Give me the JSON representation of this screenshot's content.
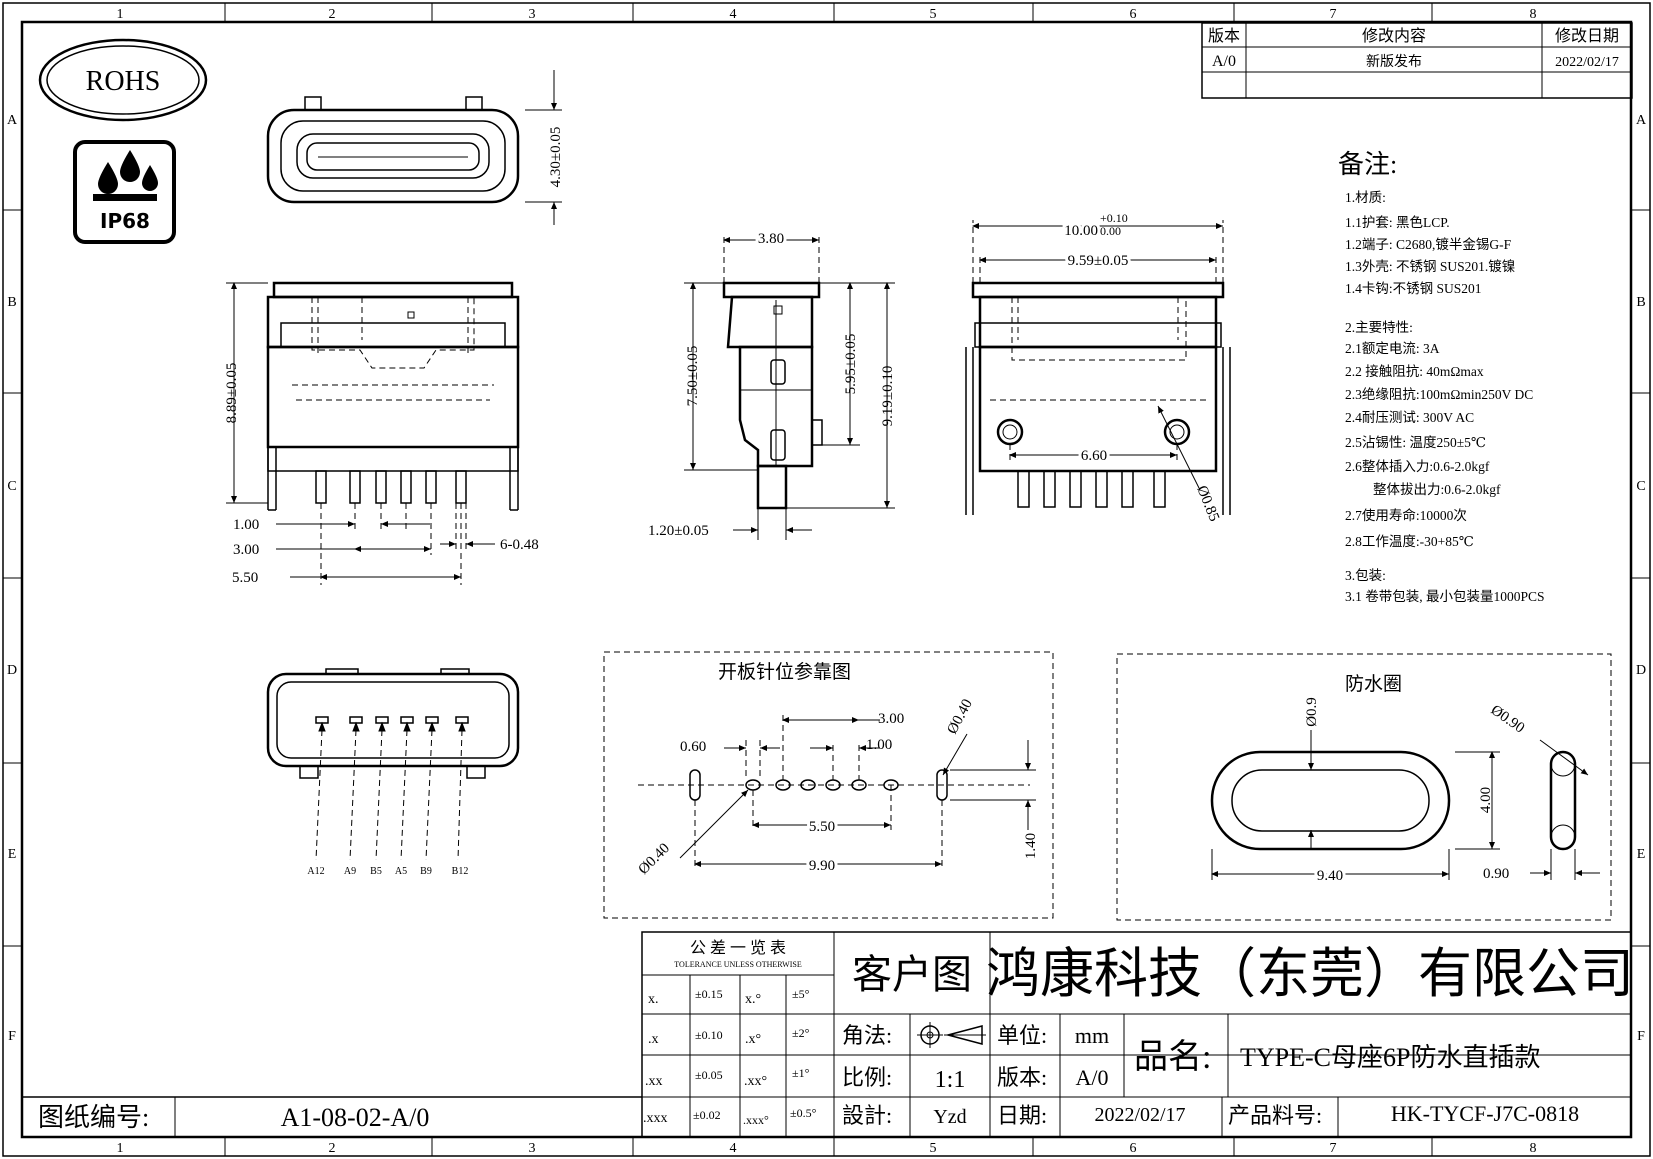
{
  "frame": {
    "column_marks": [
      "1",
      "2",
      "3",
      "4",
      "5",
      "6",
      "7",
      "8"
    ],
    "row_marks": [
      "A",
      "B",
      "C",
      "D",
      "E",
      "F"
    ]
  },
  "logos": {
    "rohs": "ROHS",
    "ip": "IP68"
  },
  "revision": {
    "headers": {
      "version": "版本",
      "content": "修改内容",
      "date": "修改日期"
    },
    "rows": [
      {
        "version": "A/0",
        "content": "新版发布",
        "date": "2022/02/17"
      }
    ]
  },
  "notes": {
    "title": "备注:",
    "lines": [
      "1.材质:",
      "1.1护套: 黑色LCP.",
      "1.2端子: C2680,镀半金锡G-F",
      "1.3外壳: 不锈钢 SUS201.镀镍",
      "1.4卡钩:不锈钢 SUS201",
      "",
      "2.主要特性:",
      "2.1额定电流: 3A",
      "2.2 接触阻抗: 40mΩmax",
      "2.3绝缘阻抗:100mΩmin250V DC",
      "2.4耐压测试: 300V AC",
      "2.5沾锡性: 温度250±5℃",
      "2.6整体插入力:0.6-2.0kgf",
      "整体拔出力:0.6-2.0kgf",
      "2.7使用寿命:10000次",
      "2.8工作温度:-30+85℃",
      "",
      "3.包装:",
      "3.1 卷带包装, 最小包装量1000PCS"
    ]
  },
  "dims": {
    "top_height": "4.30±0.05",
    "front_height": "8.89±0.05",
    "pitch1": "1.00",
    "pitch3": "3.00",
    "span55": "5.50",
    "pins": "6-0.48",
    "side_width": "3.80",
    "side_h75": "7.50±0.05",
    "side_h595": "5.95±0.05",
    "side_h919": "9.19±0.10",
    "side_pin": "1.20±0.05",
    "rear_width": "10.00",
    "rear_tol_plus": "+0.10",
    "rear_tol_minus": "0.00",
    "rear_w959": "9.59±0.05",
    "rear_660": "6.60",
    "rear_hole": "Ø0.85"
  },
  "pin_labels": [
    "A12",
    "A9",
    "B5",
    "A5",
    "B9",
    "B12"
  ],
  "pcb": {
    "title": "开板针位参靠图",
    "d300": "3.00",
    "d100": "1.00",
    "d060": "0.60",
    "d040a": "Ø0.40",
    "d040b": "Ø0.40",
    "d550": "5.50",
    "d990": "9.90",
    "d140": "1.40"
  },
  "ring": {
    "title": "防水圈",
    "d09": "Ø0.9",
    "d090": "Ø0.90",
    "d400": "4.00",
    "d940": "9.40",
    "d090b": "0.90"
  },
  "title_block": {
    "tol_title": "公 差 一 览 表",
    "tol_sub": "TOLERANCE UNLESS OTHERWISE",
    "tol_rows": [
      [
        "x.",
        "±0.15",
        "x.°",
        "±5°"
      ],
      [
        ".x",
        "±0.10",
        ".x°",
        "±2°"
      ],
      [
        ".xx",
        "±0.05",
        ".xx°",
        "±1°"
      ],
      [
        ".xxx",
        "±0.02",
        ".xxx°",
        "±0.5°"
      ]
    ],
    "drawing_type": "客户图",
    "company": "鸿康科技（东莞）有限公司",
    "angle_label": "角法:",
    "unit_label": "单位:",
    "unit_value": "mm",
    "product_label": "品名:",
    "product_name": "TYPE-C母座6P防水直插款",
    "scale_label": "比例:",
    "scale_value": "1:1",
    "version_label": "版本:",
    "version_value": "A/0",
    "design_label": "設計:",
    "design_value": "Yzd",
    "date_label": "日期:",
    "date_value": "2022/02/17",
    "part_label": "产品料号:",
    "part_value": "HK-TYCF-J7C-0818",
    "drawing_no_label": "图纸编号:",
    "drawing_no_value": "A1-08-02-A/0"
  }
}
